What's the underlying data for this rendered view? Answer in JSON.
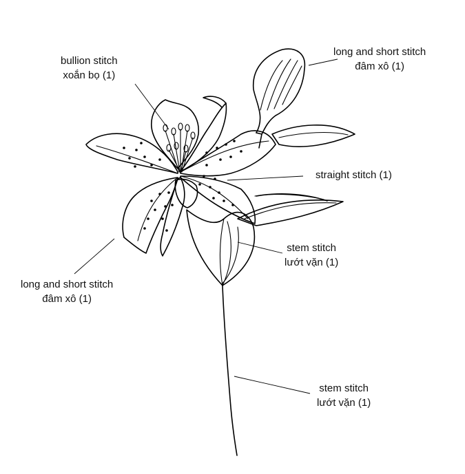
{
  "labels": {
    "bullion": {
      "line1": "bullion stitch",
      "line2": "xoắn bọ (1)"
    },
    "long_short_top": {
      "line1": "long and short stitch",
      "line2": "đâm xô (1)"
    },
    "straight": {
      "line1": "straight stitch (1)"
    },
    "stem_leaf": {
      "line1": "stem stitch",
      "line2": "lướt vặn (1)"
    },
    "long_short_left": {
      "line1": "long and short stitch",
      "line2": "đâm xô (1)"
    },
    "stem_stalk": {
      "line1": "stem stitch",
      "line2": "lướt vặn (1)"
    }
  },
  "colors": {
    "ink": "#000000",
    "background": "#ffffff"
  }
}
